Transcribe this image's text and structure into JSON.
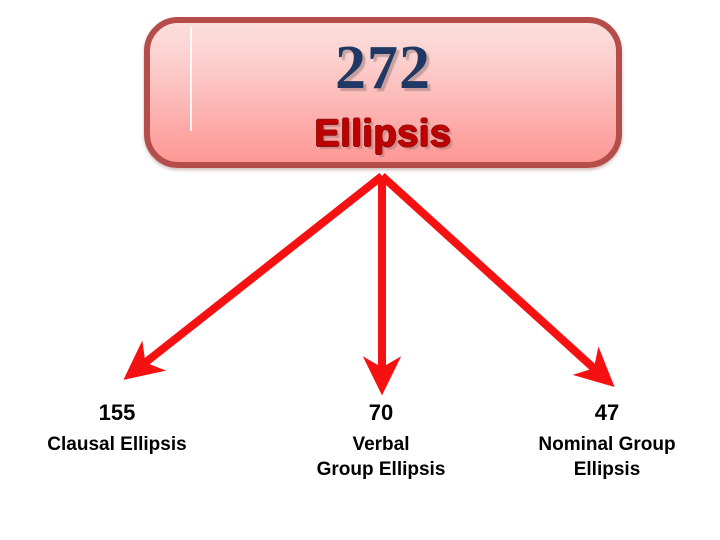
{
  "diagram": {
    "type": "tree",
    "orientation": "top-down",
    "arrow_color": "#ff0000",
    "root": {
      "count": "272",
      "label": "Ellipsis",
      "count_color": "#1f3864",
      "label_color": "#c00000",
      "border_color": "#b54d4a",
      "fill_top_color": "#fbdedc",
      "fill_bottom_color": "#fd9896"
    },
    "children": [
      {
        "count": "155",
        "label": "Clausal Ellipsis",
        "label_lines": [
          "Clausal Ellipsis"
        ]
      },
      {
        "count": "70",
        "label": "Verbal Group Ellipsis",
        "label_lines": [
          "Verbal",
          "Group Ellipsis"
        ]
      },
      {
        "count": "47",
        "label": "Nominal Group Ellipsis",
        "label_lines": [
          "Nominal Group",
          "Ellipsis"
        ]
      }
    ]
  }
}
